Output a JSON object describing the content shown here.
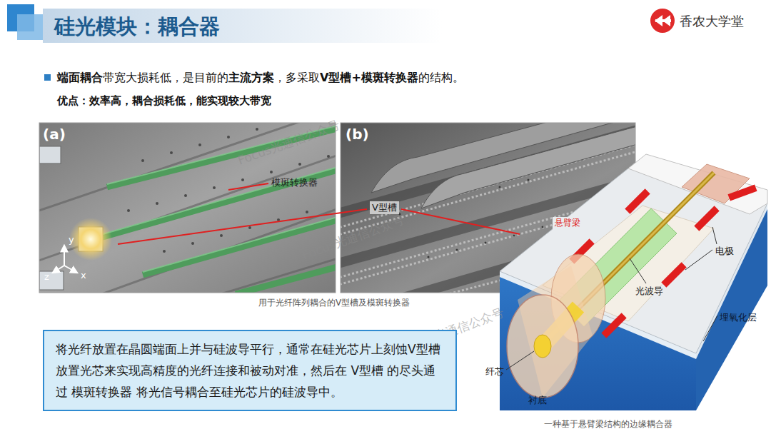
{
  "diagram": {
    "title": "硅光模块：耦合器",
    "caption": "用于光纤阵列耦合的V型槽及模斑转换器",
    "nodes": [
      {
        "text": [
          "将光纤放置在晶圆端面上并与硅波导平行，通常在硅光芯片上刻蚀V型槽 放置光芯来实现高精度的光纤连接和被动对准，然后在 V型槽 的尽头通过 模斑转换器 将光信号耦合至硅光芯片的硅波导中。"
        ]
      }
    ],
    "labels": [
      "香农大学堂",
      "端面耦合",
      "带宽大损耗低，是目前的",
      "主流方案",
      "，多采取",
      "V型槽+模斑转换器",
      "的结构。",
      "优点：效率高，耦合损耗低，能实现较大带宽",
      "(a)",
      "(b)",
      "模斑转换器",
      "V型槽",
      "y",
      "z",
      "x",
      "悬臂梁",
      "电极",
      "光波导",
      "埋氧化层",
      "纤芯",
      "衬底",
      "一种基于悬臂梁结构的边缘耦合器",
      "Focus光通信公众号",
      "Focus光通信公众号",
      "Focus光通信公众号"
    ]
  }
}
